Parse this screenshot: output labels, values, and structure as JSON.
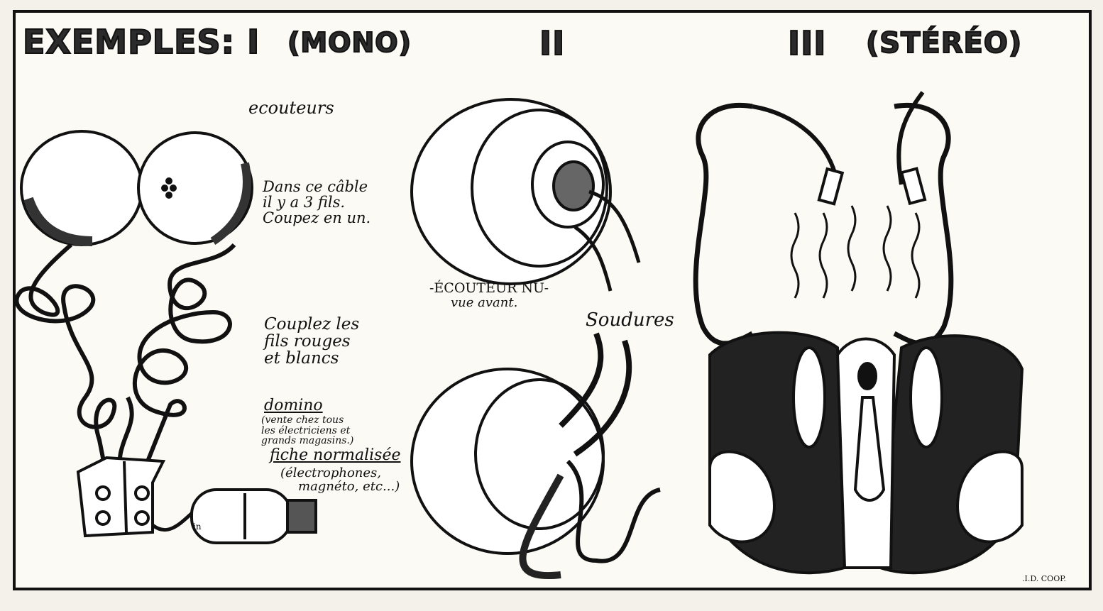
{
  "titles": {
    "example_one": "EXEMPLES: I",
    "example_one_mode": "(MONO)",
    "example_two": "II",
    "example_three": "III",
    "example_three_mode": "(STÉRÉO)"
  },
  "labels": {
    "ecouteurs": "ecouteurs",
    "cable_line1": "Dans ce câble",
    "cable_line2": "il y a 3 fils.",
    "cable_line3": "Coupez en un.",
    "couplez_line1": "Couplez les",
    "couplez_line2": "fils rouges",
    "couplez_line3": "et blancs",
    "domino": "domino",
    "domino_note_line1": "(vente chez tous",
    "domino_note_line2": "les électriciens et",
    "domino_note_line3": "grands magasins.)",
    "fiche": "fiche normalisée",
    "fiche_note_line1": "(électrophones,",
    "fiche_note_line2": "magnéto, etc...)",
    "plug_tag": "in",
    "ecouteur_nu": "-ÉCOUTEUR NU-",
    "vue": "vue avant.",
    "soudures": "Soudures",
    "signature": ".I.D. COOP."
  },
  "colors": {
    "ink": "#111111",
    "paper": "#fbfaf4",
    "grey": "#6a6a6a"
  }
}
